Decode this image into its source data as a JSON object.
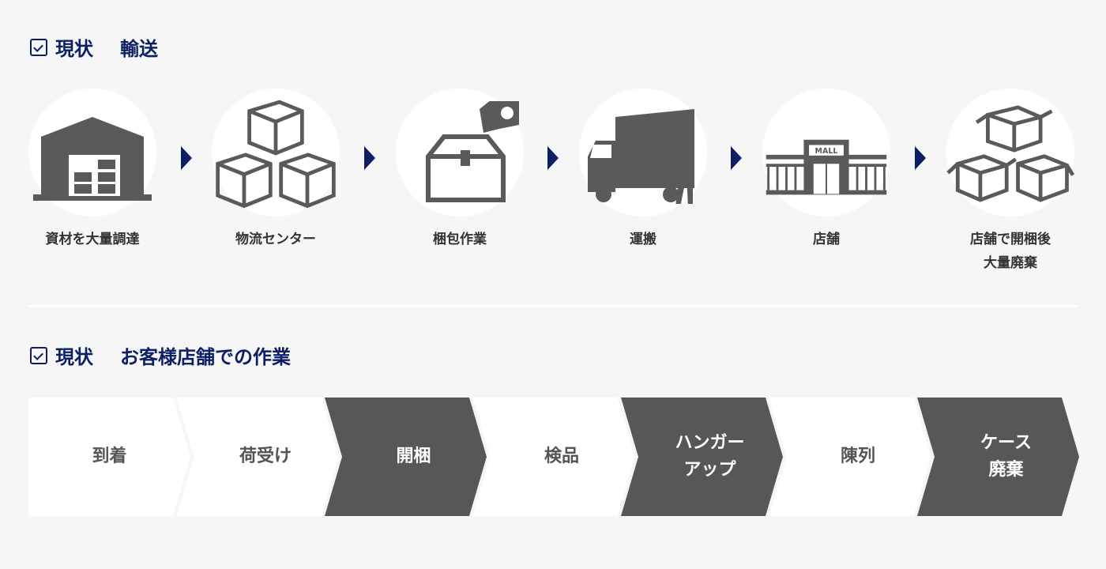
{
  "section1": {
    "title_a": "現状",
    "title_b": "輸送",
    "steps": [
      {
        "icon": "warehouse-icon",
        "label": "資材を大量調達"
      },
      {
        "icon": "boxes-icon",
        "label": "物流センター"
      },
      {
        "icon": "package-tape-icon",
        "label": "梱包作業"
      },
      {
        "icon": "truck-icon",
        "label": "運搬"
      },
      {
        "icon": "mall-icon",
        "label": "店舗",
        "sign": "MALL"
      },
      {
        "icon": "open-boxes-icon",
        "label": "店舗で開梱後",
        "label2": "大量廃棄"
      }
    ]
  },
  "section2": {
    "title_a": "現状",
    "title_b": "お客様店舗での作業",
    "steps": [
      {
        "label": "到着",
        "style": "light"
      },
      {
        "label": "荷受け",
        "style": "light"
      },
      {
        "label": "開梱",
        "style": "dark"
      },
      {
        "label": "検品",
        "style": "light"
      },
      {
        "label": "ハンガー",
        "label2": "アップ",
        "style": "dark"
      },
      {
        "label": "陳列",
        "style": "light"
      },
      {
        "label": "ケース",
        "label2": "廃棄",
        "style": "dark"
      }
    ]
  },
  "colors": {
    "accent": "#0d1f63",
    "dark": "#575757",
    "icon": "#5a5a5a"
  }
}
